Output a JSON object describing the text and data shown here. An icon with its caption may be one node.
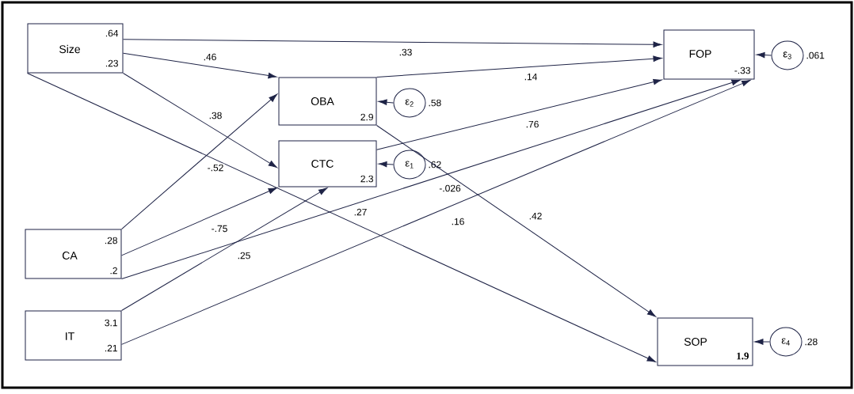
{
  "diagram": {
    "nodes": [
      {
        "text": [
          "Size",
          ".64",
          ".23"
        ]
      },
      {
        "text": [
          "FOP",
          "-.33"
        ]
      },
      {
        "text": [
          "ε$_{3}$"
        ],
        "beside": [
          ".061"
        ]
      },
      {
        "text": [
          "OBA",
          "2.9"
        ]
      },
      {
        "text": [
          "ε$_{2}$"
        ],
        "beside": [
          ".58"
        ]
      },
      {
        "text": [
          "CTC",
          "2.3"
        ]
      },
      {
        "text": [
          "ε$_{1}$"
        ],
        "beside": [
          ".62"
        ]
      },
      {
        "text": [
          "CA",
          ".28",
          ".2"
        ]
      },
      {
        "text": [
          "IT",
          "3.1",
          ".21"
        ]
      },
      {
        "text": [
          "SOP",
          "1.9"
        ]
      },
      {
        "text": [
          "ε$_{4}$"
        ],
        "beside": [
          ".28"
        ]
      }
    ],
    "edges": [
      {
        "from": 0,
        "to": 1,
        "arrow": "to",
        "label": ".33"
      },
      {
        "from": 0,
        "to": 3,
        "arrow": "to",
        "label": ".46"
      },
      {
        "from": 3,
        "to": 1,
        "arrow": "to",
        "label": ".14"
      },
      {
        "from": 0,
        "to": 5,
        "arrow": "to",
        "label": ".38"
      },
      {
        "from": 5,
        "to": 1,
        "arrow": "to",
        "label": ".76"
      },
      {
        "from": 0,
        "to": 9,
        "arrow": "to",
        "label": ".27"
      },
      {
        "from": 7,
        "to": 3,
        "arrow": "to",
        "label": "-.52"
      },
      {
        "from": 7,
        "to": 1,
        "arrow": "to",
        "label": "-.026"
      },
      {
        "from": 8,
        "to": 1,
        "arrow": "to",
        "label": ".16"
      },
      {
        "from": 3,
        "to": 9,
        "arrow": "to",
        "label": ".42"
      },
      {
        "from": 7,
        "to": 5,
        "arrow": "to",
        "label": "-.75"
      },
      {
        "from": 8,
        "to": 5,
        "arrow": "to",
        "label": ".25"
      },
      {
        "from": 2,
        "to": 1,
        "arrow": "to"
      },
      {
        "from": 4,
        "to": 3,
        "arrow": "to"
      },
      {
        "from": 6,
        "to": 5,
        "arrow": "to"
      },
      {
        "from": 10,
        "to": 9,
        "arrow": "to"
      }
    ]
  }
}
